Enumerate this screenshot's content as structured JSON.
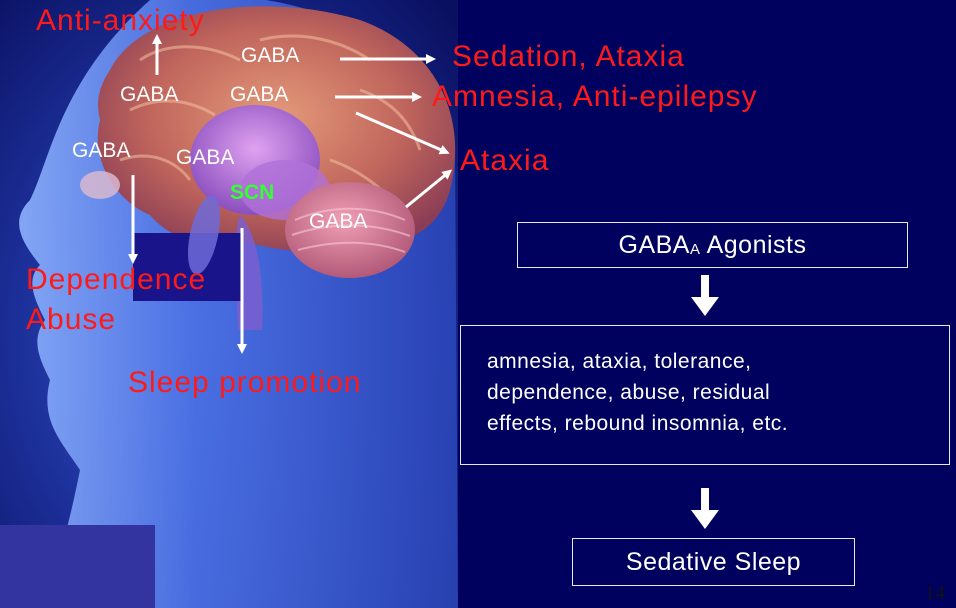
{
  "labels": {
    "anti_anxiety": "Anti-anxiety",
    "sedation_ataxia": "Sedation, Ataxia",
    "amnesia_antiepilepsy": "Amnesia, Anti-epilepsy",
    "ataxia": "Ataxia",
    "dependence": "Dependence",
    "abuse": "Abuse",
    "sleep_promotion": "Sleep promotion",
    "scn": "SCN"
  },
  "gaba_labels": [
    "GABA",
    "GABA",
    "GABA",
    "GABA",
    "GABA",
    "GABA"
  ],
  "flow": {
    "agonists_main": "GABA",
    "agonists_sub": "A",
    "agonists_suffix": " Agonists",
    "effects_line1": "amnesia, ataxia, tolerance,",
    "effects_line2": "dependence, abuse, residual",
    "effects_line3": "effects, rebound insomnia, etc.",
    "result": "Sedative Sleep"
  },
  "page_number": "14",
  "colors": {
    "background": "#00005e",
    "effect_text": "#ff1a1a",
    "gaba_text": "#ffffff",
    "scn_text": "#33ff33"
  }
}
